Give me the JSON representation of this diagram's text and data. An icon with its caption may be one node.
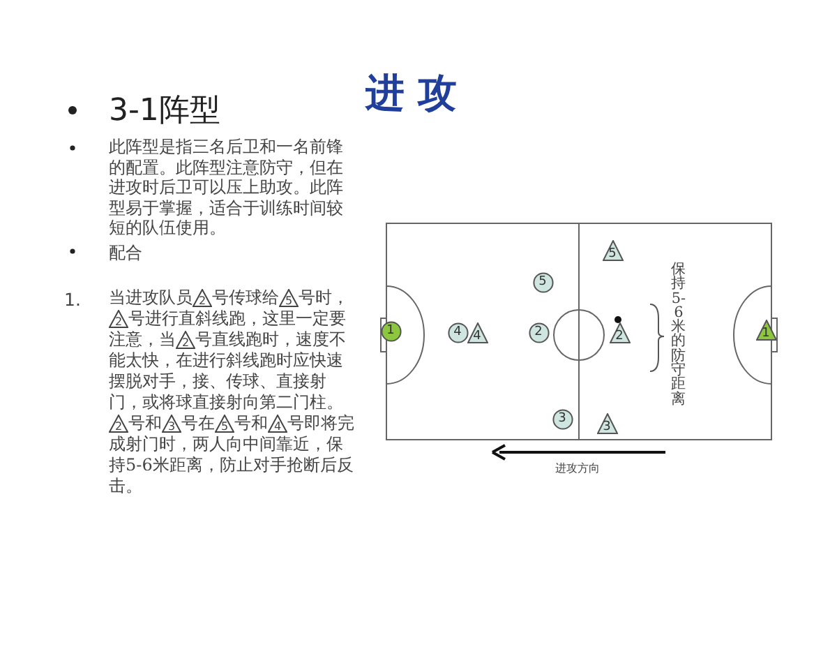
{
  "diagram": {
    "title": "进 攻",
    "nodes": [
      {
        "text": [
          "5"
        ]
      },
      {
        "text": [
          "5"
        ]
      },
      {
        "text": [
          "1"
        ]
      },
      {
        "text": [
          "4"
        ]
      },
      {
        "text": [
          "4"
        ]
      },
      {
        "text": [
          "2"
        ]
      },
      {
        "text": [
          "2"
        ]
      },
      {
        "text": [
          "1"
        ]
      },
      {
        "text": [
          "3"
        ]
      },
      {
        "text": [
          "3"
        ]
      }
    ],
    "edges": [],
    "labels": [
      "3-1阵型",
      "此阵型是指三名后卫和一名前锋的配置。此阵型注意防守，但在进攻时后卫可以压上助攻。此阵型易于掌握，适合于训练时间较短的队伍使用。",
      "配合",
      "1.",
      "当进攻队员",
      "2",
      "号传球给",
      "5",
      "号时，",
      "2",
      "号进行直斜线跑，这里一定要注意，当",
      "2",
      "号直线跑时，速度不能太快，在进行斜线跑时应快速摆脱对手，接、传球、直接射门，或将球直接射向第二门柱。",
      "2",
      "号和",
      "3",
      "号在",
      "5",
      "号和",
      "4",
      "号即将完成射门时，两人向中间靠近，保持5-6米距离，防止对手抢断后反击。",
      "保持5-6米的防守距离",
      "进攻方向"
    ]
  }
}
